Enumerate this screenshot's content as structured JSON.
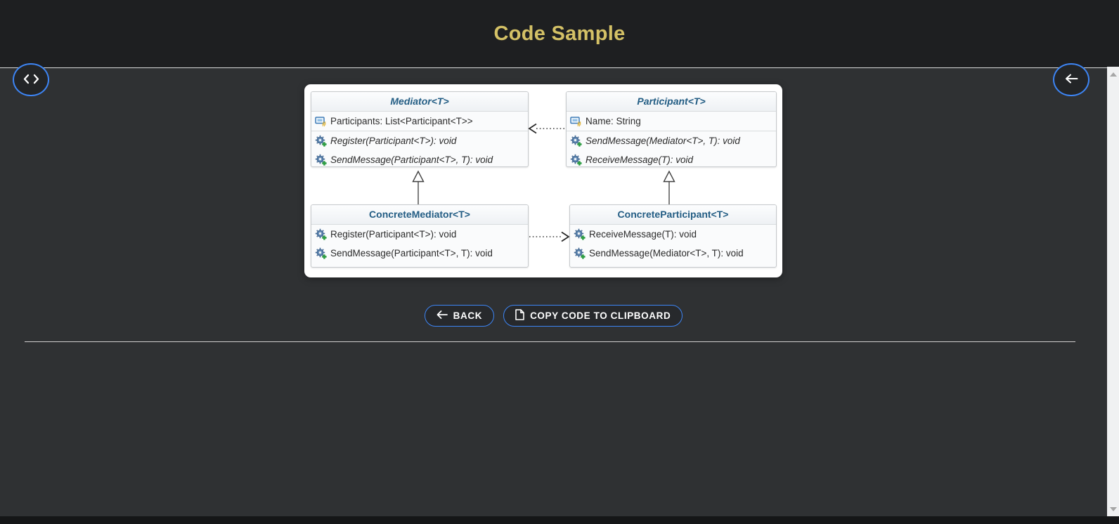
{
  "header": {
    "title": "Code Sample"
  },
  "floating_nav": {
    "left_button_icon": "code-icon",
    "right_button_icon": "arrow-left-icon"
  },
  "diagram": {
    "classes": [
      {
        "title": "Mediator<T>",
        "kind": "abstract",
        "attributes": [
          {
            "icon": "field-icon",
            "text": "Participants: List<Participant<T>>"
          }
        ],
        "operations": [
          {
            "icon": "method-icon",
            "text": "Register(Participant<T>): void"
          },
          {
            "icon": "method-icon",
            "text": "SendMessage(Participant<T>, T): void"
          }
        ]
      },
      {
        "title": "Participant<T>",
        "kind": "abstract",
        "attributes": [
          {
            "icon": "field-icon",
            "text": "Name: String"
          }
        ],
        "operations": [
          {
            "icon": "method-icon",
            "text": "SendMessage(Mediator<T>, T): void"
          },
          {
            "icon": "method-icon",
            "text": "ReceiveMessage(T): void"
          }
        ]
      },
      {
        "title": "ConcreteMediator<T>",
        "kind": "concrete",
        "attributes": [],
        "operations": [
          {
            "icon": "method-icon",
            "text": "Register(Participant<T>): void"
          },
          {
            "icon": "method-icon",
            "text": "SendMessage(Participant<T>, T): void"
          }
        ]
      },
      {
        "title": "ConcreteParticipant<T>",
        "kind": "concrete",
        "attributes": [],
        "operations": [
          {
            "icon": "method-icon",
            "text": "ReceiveMessage(T): void"
          },
          {
            "icon": "method-icon",
            "text": "SendMessage(Mediator<T>, T): void"
          }
        ]
      }
    ],
    "relationships": [
      {
        "type": "dependency",
        "from": "Participant<T>",
        "to": "Mediator<T>",
        "style": "dotted-open-arrow"
      },
      {
        "type": "dependency",
        "from": "ConcreteMediator<T>",
        "to": "ConcreteParticipant<T>",
        "style": "dotted-open-arrow"
      },
      {
        "type": "inheritance",
        "from": "ConcreteMediator<T>",
        "to": "Mediator<T>",
        "style": "solid-hollow-triangle"
      },
      {
        "type": "inheritance",
        "from": "ConcreteParticipant<T>",
        "to": "Participant<T>",
        "style": "solid-hollow-triangle"
      }
    ]
  },
  "actions": {
    "back_label": "BACK",
    "copy_label": "COPY CODE TO CLIPBOARD"
  },
  "colors": {
    "accent_blue": "#3d85f5",
    "title_gold": "#d4c166",
    "class_title_blue": "#235d84",
    "page_bg": "#2f3133",
    "header_bg": "#1e1f21",
    "panel_bg": "#ffffff"
  }
}
